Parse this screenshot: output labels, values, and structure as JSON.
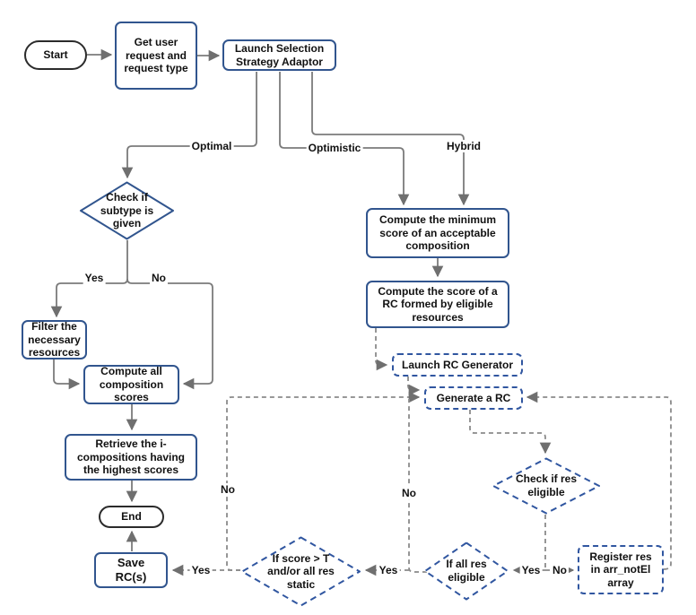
{
  "nodes": {
    "start": "Start",
    "get_request": "Get user request and request type",
    "adaptor": "Launch Selection Strategy Adaptor",
    "check_subtype": "Check if subtype is given",
    "filter": "Filter the necessary resources",
    "compute_all": "Compute all composition scores",
    "retrieve": "Retrieve the i-compositions having the highest scores",
    "end": "End",
    "save_rc": "Save RC(s)",
    "min_score": "Compute the minimum score of an acceptable composition",
    "score_rc": "Compute the score of a RC formed by eligible resources",
    "launch_gen": "Launch RC Generator",
    "generate_rc": "Generate a RC",
    "check_res": "Check if res eligible",
    "if_all_res": "If all res eligible",
    "if_score_t": "If score > T and/or all res static",
    "register": "Register res in arr_notEl array"
  },
  "edge_labels": {
    "optimal": "Optimal",
    "optimistic": "Optimistic",
    "hybrid": "Hybrid",
    "yes": "Yes",
    "no": "No"
  },
  "colors": {
    "solid_node_border": "#31558e",
    "dashed_node_border": "#3056a0",
    "terminator_border": "#2b2b2b",
    "solid_wire": "#7b7b7b",
    "dashed_wire": "#8a8a8a",
    "text": "#111111",
    "background": "#ffffff"
  }
}
